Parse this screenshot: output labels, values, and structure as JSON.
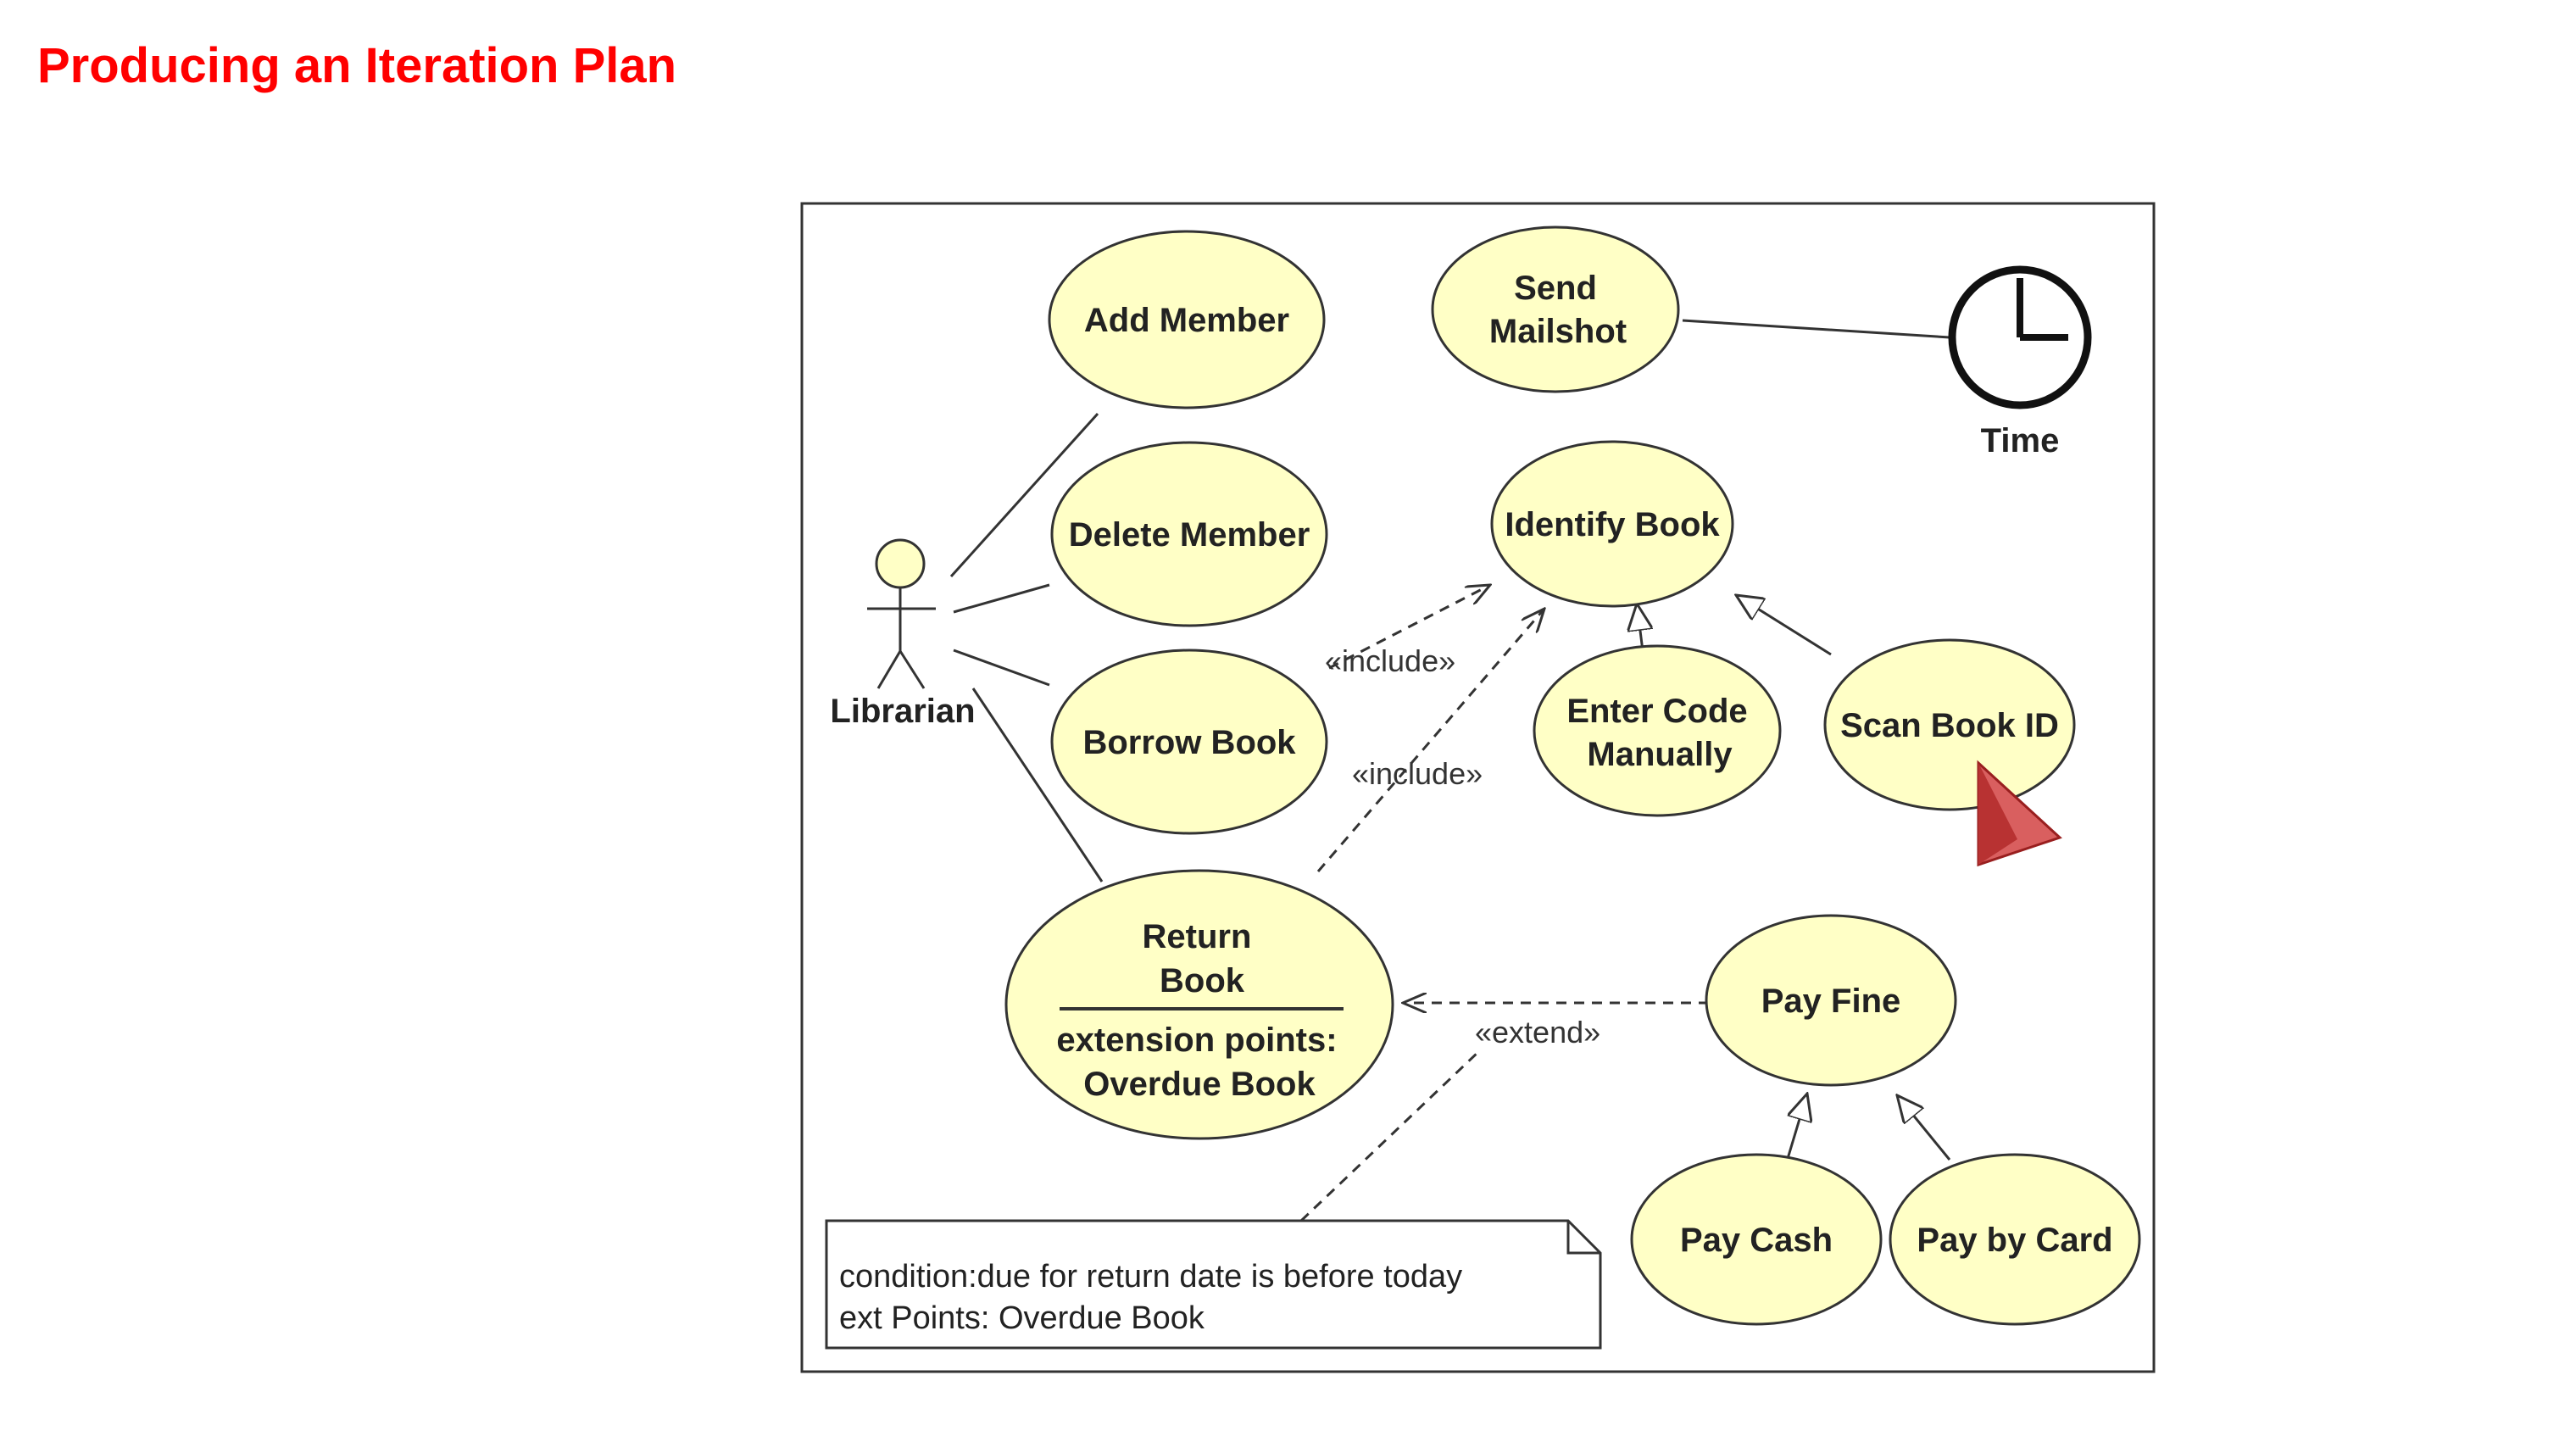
{
  "slide": {
    "title": "Producing an Iteration Plan"
  },
  "colors": {
    "title": "#ff0000",
    "usecase_fill": "#ffffc6",
    "outline": "#333333",
    "cursor": "#cc3333"
  },
  "diagram": {
    "actors": {
      "librarian": "Librarian",
      "time": "Time"
    },
    "use_cases": {
      "add_member": "Add Member",
      "delete_member": "Delete Member",
      "borrow_book": "Borrow Book",
      "send_mailshot_line1": "Send",
      "send_mailshot_line2": "Mailshot",
      "identify_book": "Identify Book",
      "enter_code_line1": "Enter Code",
      "enter_code_line2": "Manually",
      "scan_book_id": "Scan Book ID",
      "return_book_line1": "Return",
      "return_book_line2": "Book",
      "return_ext_line1": "extension points:",
      "return_ext_line2": "Overdue Book",
      "pay_fine": "Pay Fine",
      "pay_cash": "Pay Cash",
      "pay_by_card": "Pay by Card"
    },
    "stereotypes": {
      "include_1": "«include»",
      "include_2": "«include»",
      "extend": "«extend»"
    },
    "note": {
      "line1": "condition:due for return date is before today",
      "line2": "ext Points: Overdue Book"
    }
  }
}
